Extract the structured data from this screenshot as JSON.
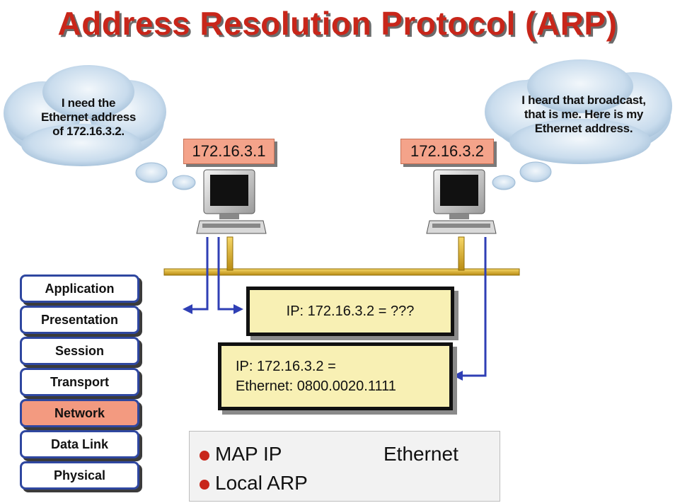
{
  "title": "Address Resolution Protocol (ARP)",
  "left_cloud": {
    "lines": [
      "I need the",
      "Ethernet address",
      "of 172.16.3.2."
    ]
  },
  "right_cloud": {
    "lines": [
      "I heard that broadcast,",
      "that is me.  Here is my",
      "Ethernet address."
    ]
  },
  "hosts": [
    {
      "ip": "172.16.3.1"
    },
    {
      "ip": "172.16.3.2"
    }
  ],
  "osi_layers": [
    "Application",
    "Presentation",
    "Session",
    "Transport",
    "Network",
    "Data Link",
    "Physical"
  ],
  "active_layer": "Network",
  "request_box": {
    "text": "IP: 172.16.3.2 = ???"
  },
  "reply_box": {
    "line1": "IP: 172.16.3.2 =",
    "line2": "Ethernet: 0800.0020.1111"
  },
  "legend": {
    "item1_left": "MAP IP",
    "item1_right": "Ethernet",
    "item2": "Local ARP"
  },
  "colors": {
    "title": "#c8261a",
    "wire": "#2f3fb5",
    "bus": "#e1b42b",
    "ip_label_bg": "#f4a38a",
    "active_layer_bg": "#f39a80",
    "box_bg": "#f8f0b4"
  }
}
